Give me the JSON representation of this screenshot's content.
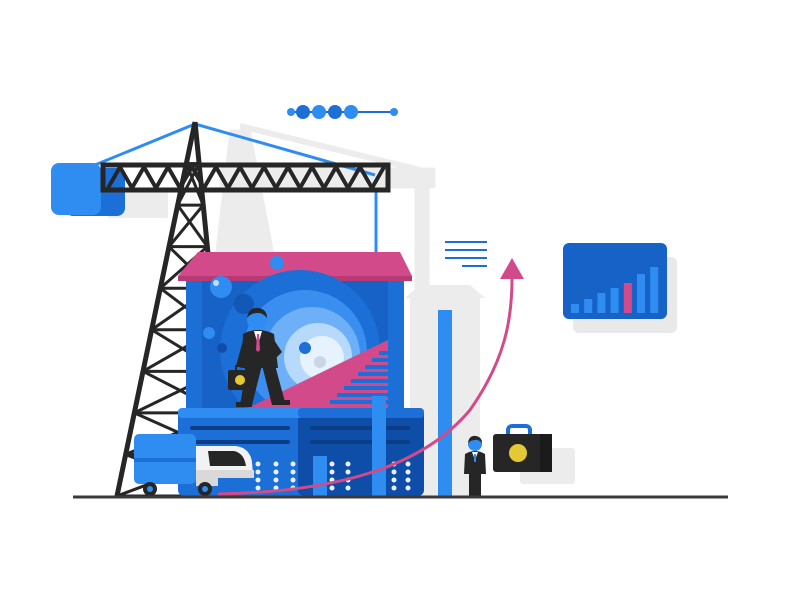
{
  "colors": {
    "background": "#ffffff",
    "ink": "#262626",
    "shadow": "#e9e9e9",
    "blue_bright": "#2f8cf0",
    "blue_mid": "#1b6fd6",
    "blue_dark": "#0f4ea8",
    "blue_deep": "#0a3d86",
    "magenta": "#d34a8b",
    "magenta_dark": "#b83a75",
    "yellow": "#e4c934",
    "truck_white": "#f2f2f2"
  },
  "icons": {
    "crane": "tower-crane-icon",
    "hook_block": "crane-counterweight-icon",
    "building": "open-building-icon",
    "businessman": "businessman-with-briefcase-icon",
    "small_businessman": "small-businessman-icon",
    "truck": "delivery-truck-icon",
    "briefcase": "briefcase-icon",
    "growth_arrow": "growth-arrow-icon",
    "chart_card": "bar-chart-card-icon",
    "text_lines": "text-lines-icon",
    "dots_slider": "dots-progress-icon"
  },
  "chart_card": {
    "bar_levels": [
      0.18,
      0.28,
      0.4,
      0.5,
      0.6,
      0.78,
      0.92
    ],
    "highlight_index": 4
  }
}
